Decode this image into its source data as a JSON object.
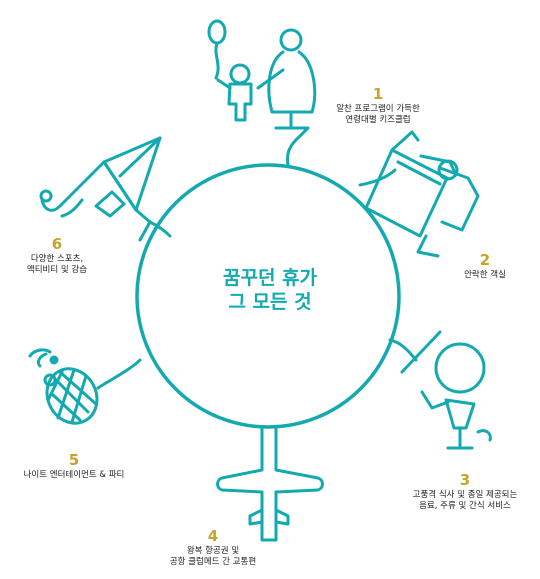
{
  "center_title": [
    "꿈꾸던 휴가",
    "그 모든 것"
  ],
  "features": [
    {
      "num": "1",
      "lines": [
        "알찬 프로그램이 가득한",
        "연령대별 키즈클럽"
      ]
    },
    {
      "num": "2",
      "lines": [
        "안락한 객실"
      ]
    },
    {
      "num": "3",
      "lines": [
        "고품격 식사 및 종일 제공되는",
        "음료, 주류 및 간식 서비스"
      ]
    },
    {
      "num": "4",
      "lines": [
        "왕복 항공권 및",
        "공항 클럽메드 간 교통편"
      ]
    },
    {
      "num": "5",
      "lines": [
        "나이트 엔터테이먼트 & 파티"
      ]
    },
    {
      "num": "6",
      "lines": [
        "다양한 스포츠,",
        "액티비티 및 강습"
      ]
    }
  ],
  "icons": [
    "family-balloon-icon",
    "bed-icon",
    "cocktail-drink-icon",
    "airplane-icon",
    "microphone-icon",
    "paper-plane-icon"
  ],
  "colors": {
    "accent": "#12aab0",
    "number": "#c8a42a",
    "text": "#222222"
  }
}
